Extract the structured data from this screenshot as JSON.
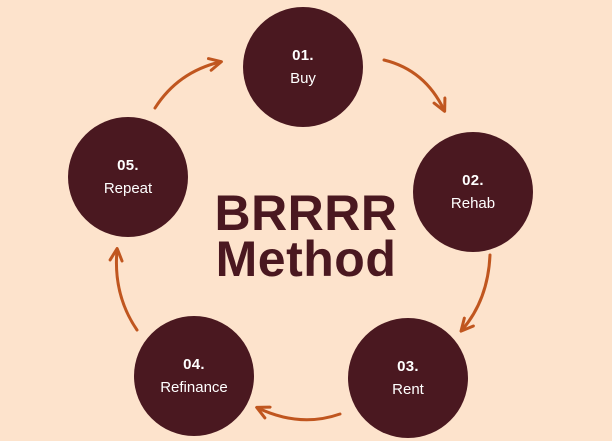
{
  "diagram": {
    "title_line_1": "BRRRR",
    "title_line_2": "Method",
    "steps": [
      {
        "number": "01.",
        "label": "Buy"
      },
      {
        "number": "02.",
        "label": "Rehab"
      },
      {
        "number": "03.",
        "label": "Rent"
      },
      {
        "number": "04.",
        "label": "Refinance"
      },
      {
        "number": "05.",
        "label": "Repeat"
      }
    ],
    "colors": {
      "background": "#fde3cc",
      "circle": "#4a1820",
      "arrow": "#c0561f",
      "title": "#4a1820",
      "step_text": "#ffffff"
    }
  }
}
